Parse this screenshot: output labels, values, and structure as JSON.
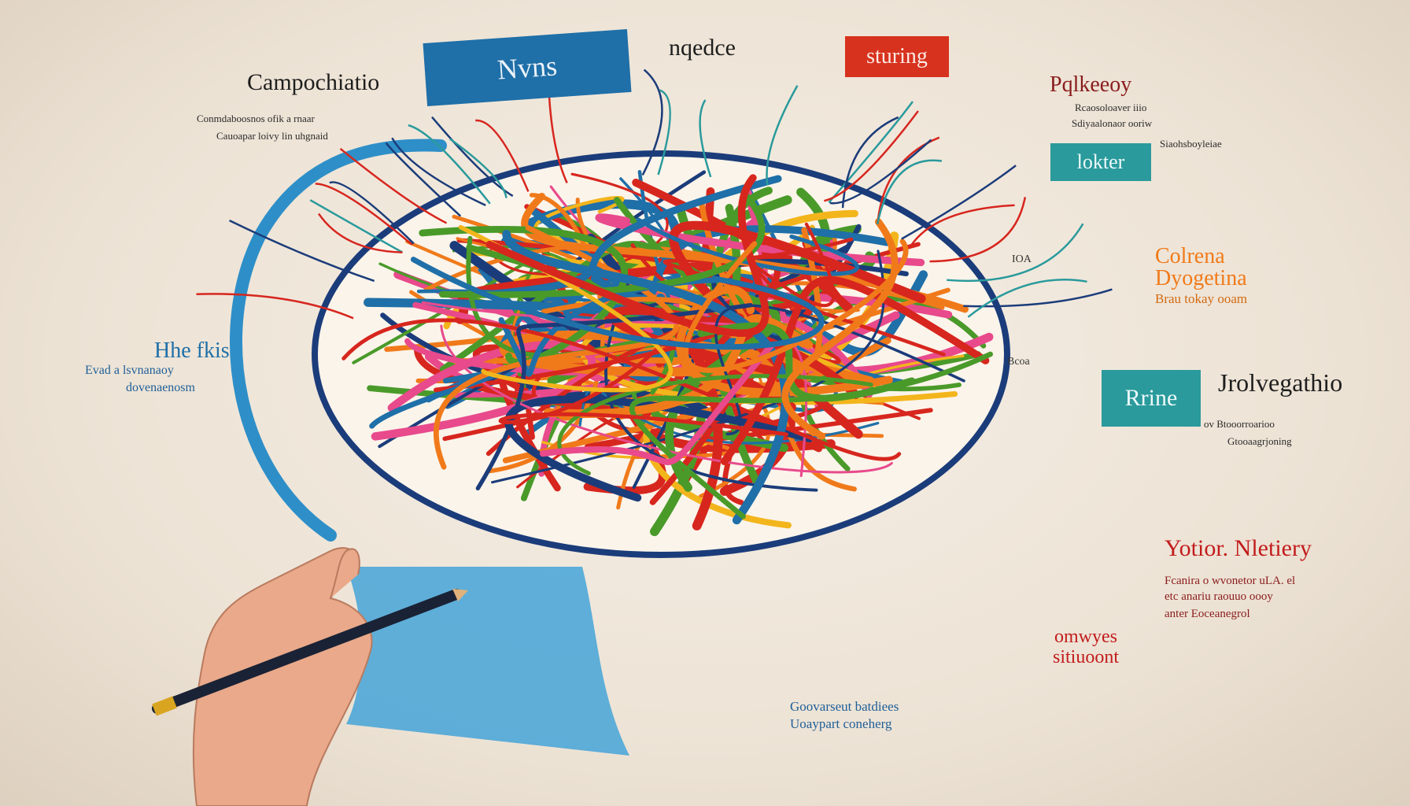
{
  "colors": {
    "background": "#ede3d6",
    "blue": "#1f6fa8",
    "teal": "#2a9a9c",
    "red": "#d7261e",
    "orange": "#f07a1a",
    "yellow": "#f3b51c",
    "pink": "#e84a8c",
    "green": "#4a9a2a",
    "navy": "#1b3c7a"
  },
  "labels": {
    "top_left_title": "Campochiatio",
    "top_left_lines": [
      "Conmdaboosnos ofik a rnaar",
      "Cauoapar loivy lin uhgnaid"
    ],
    "banner_blue": "Nvns",
    "top_center": "nqedce",
    "box_red": "sturing",
    "top_right_title": "Pqlkeeoy",
    "top_right_lines": [
      "Rcaosoloaver iiio",
      "Sdiyaalonaor ooriw",
      "Siaohsboyleiae"
    ],
    "box_teal_top": "lokter",
    "right_orange_title": [
      "Colrena",
      "Dyogetina"
    ],
    "right_orange_sub": "Brau tokay ooam",
    "left_blue_title": "Hhe fkis",
    "left_blue_lines": [
      "Evad a lsvnanaoy",
      "dovenaenosm"
    ],
    "box_teal_mid": "Rrine",
    "right_mid_title": "Jrolvegathio",
    "right_mid_lines": [
      "ov Btooorroarioo",
      "Gtooaagrjoning"
    ],
    "right_red_title": "Yotior. Nletiery",
    "right_red_lines": [
      "Fcanira o wvonetor uLA. el",
      "etc anariu raouuo oooy",
      "anter Eoceanegrol"
    ],
    "bottom_red": [
      "omwyes",
      "sitiuoont"
    ],
    "bottom_blue_lines": [
      "Goovarseut batdiees",
      "Uoaypart coneherg"
    ],
    "brain_tiny": [
      "IOA",
      "Bcoa"
    ]
  },
  "icons": {
    "brain": "brain-illustration",
    "hand": "hand-holding-pencil",
    "pencil": "pencil-icon"
  }
}
